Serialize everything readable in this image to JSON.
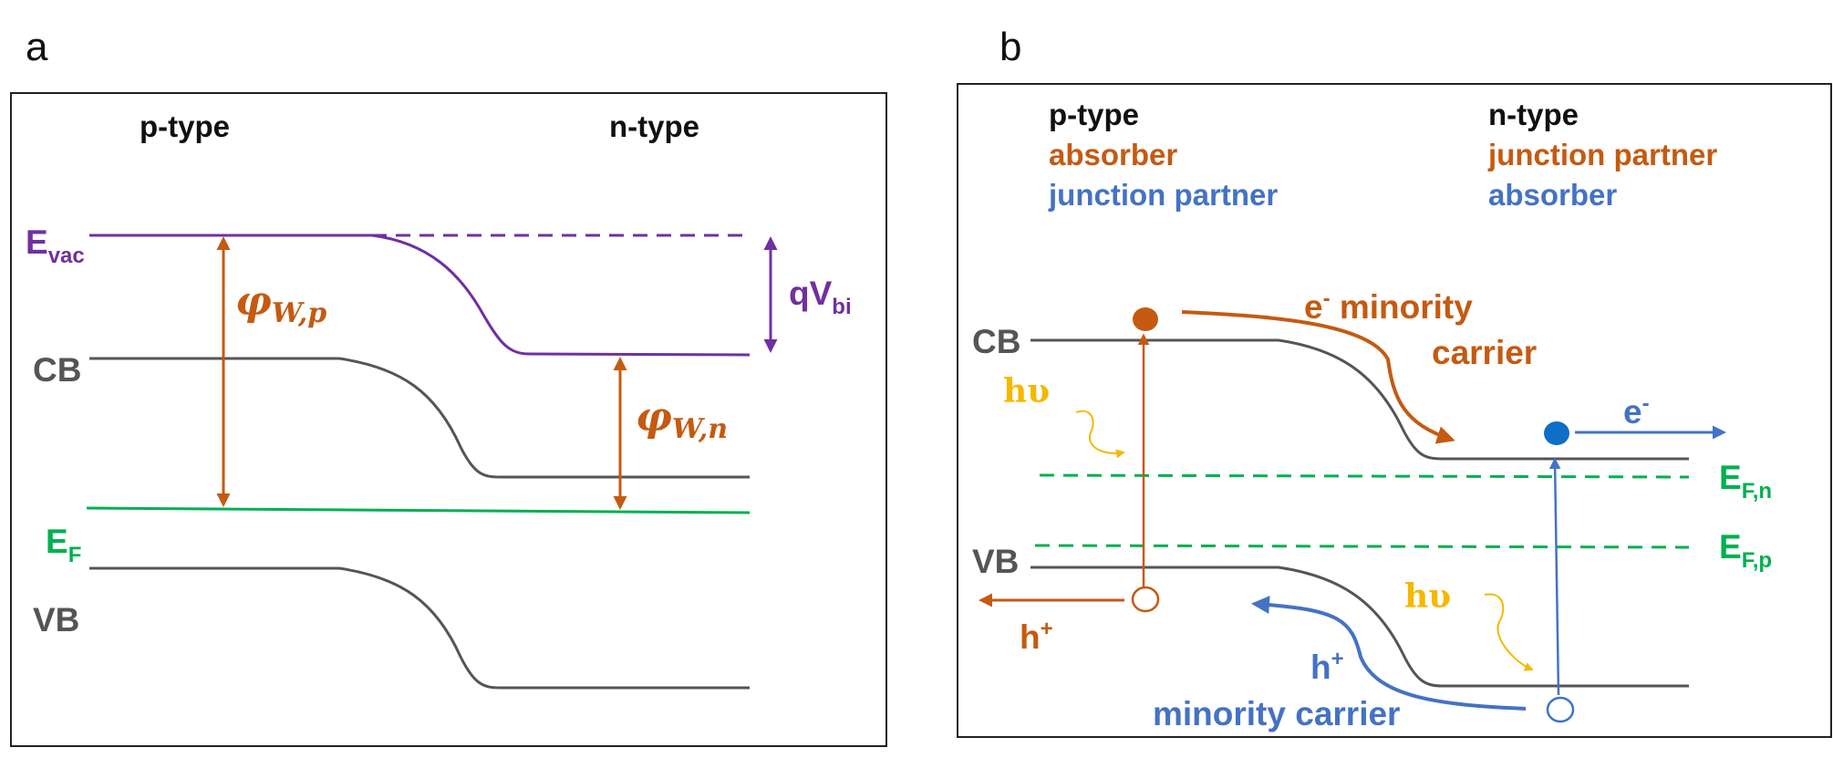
{
  "colors": {
    "band_line": "#555555",
    "vacuum": "#7030a0",
    "fermi": "#00b050",
    "orange": "#c55a11",
    "blue": "#4472c4",
    "blue_dot": "#0f6fc6",
    "photon": "#f5b800",
    "text_dark": "#111111"
  },
  "panel_a": {
    "letter": "a",
    "p_type": "p-type",
    "n_type": "n-type",
    "e_vac_main": "E",
    "e_vac_sub": "vac",
    "cb": "CB",
    "vb": "VB",
    "e_f_main": "E",
    "e_f_sub": "F",
    "qv_main": "qV",
    "qv_sub": "bi",
    "phi_symbol": "φ",
    "phi_p_sub": "W,p",
    "phi_n_sub": "W,n"
  },
  "panel_b": {
    "letter": "b",
    "left_header": {
      "type": "p-type",
      "role1": "absorber",
      "role2": "junction partner"
    },
    "right_header": {
      "type": "n-type",
      "role1": "junction partner",
      "role2": "absorber"
    },
    "cb": "CB",
    "vb": "VB",
    "ef_n_main": "E",
    "ef_n_sub": "F,n",
    "ef_p_main": "E",
    "ef_p_sub": "F,p",
    "hv": "hυ",
    "electron_minority_main": "e",
    "electron_minority_sup": "-",
    "electron_minority_rest": " minority",
    "electron_minority_line2": "carrier",
    "electron_main": "e",
    "electron_sup": "-",
    "hole_main": "h",
    "hole_sup": "+",
    "hole_minority_line1_main": "h",
    "hole_minority_line1_sup": "+",
    "hole_minority_line2": "minority carrier"
  }
}
